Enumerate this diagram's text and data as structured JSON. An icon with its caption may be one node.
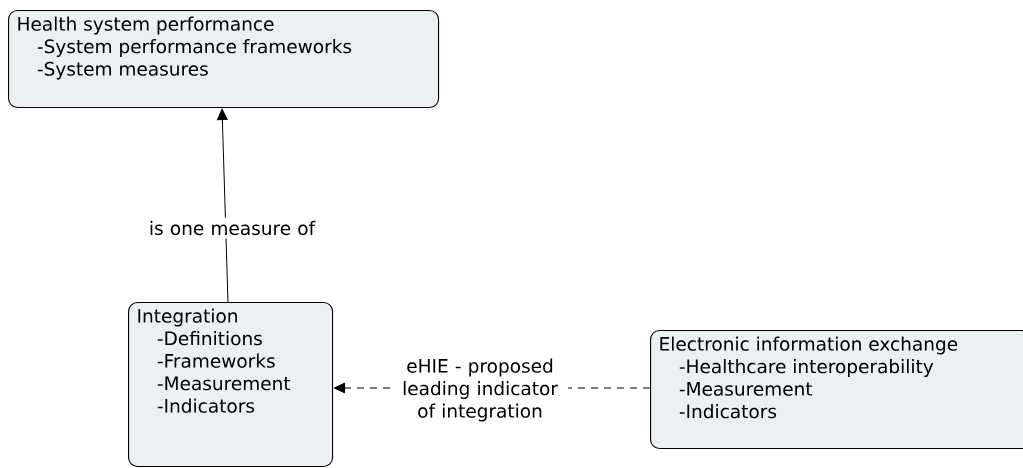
{
  "diagram": {
    "nodes": [
      {
        "text": [
          "Health system performance",
          "-System performance frameworks",
          "-System measures"
        ]
      },
      {
        "text": [
          "Integration",
          "-Definitions",
          "-Frameworks",
          "-Measurement",
          "-Indicators"
        ]
      },
      {
        "text": [
          "Electronic information exchange",
          "-Healthcare interoperability",
          "-Measurement",
          "-Indicators"
        ]
      }
    ],
    "edges": [
      {
        "from": 1,
        "to": 0,
        "arrow": "to",
        "label": "is one measure of"
      },
      {
        "from": 2,
        "to": 1,
        "arrow": "to",
        "style": "dashed",
        "label": "eHIE - proposed leading indicator of integration"
      }
    ]
  }
}
